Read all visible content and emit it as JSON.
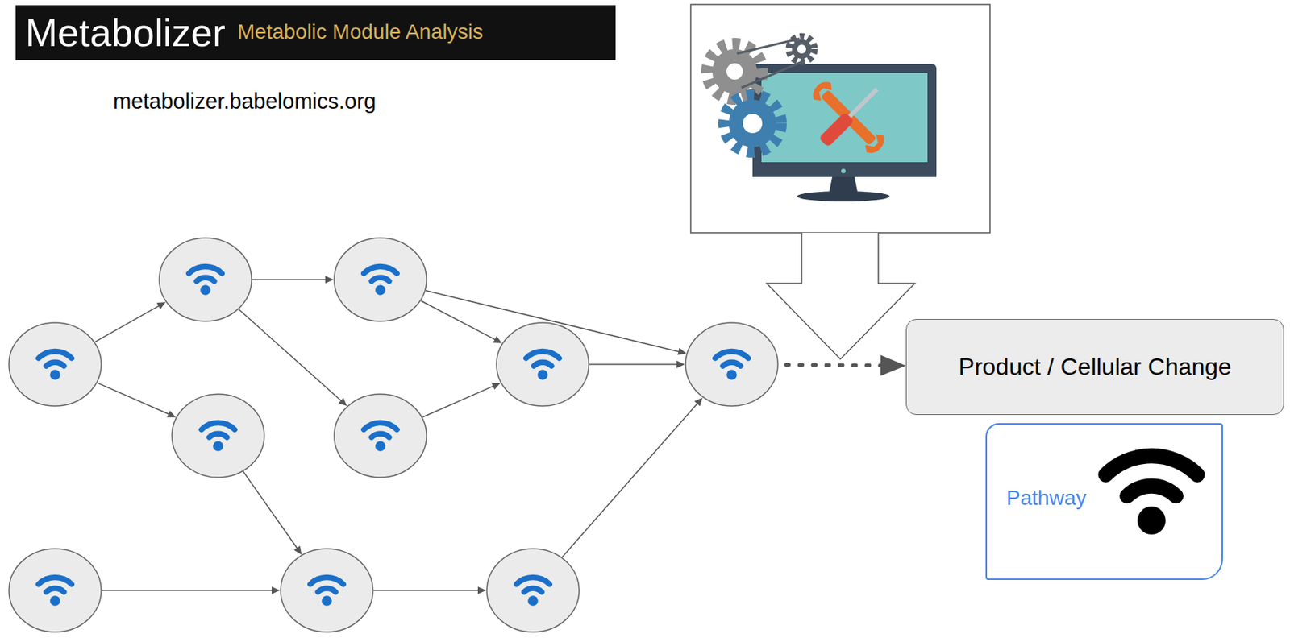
{
  "diagram": {
    "title": "Metabolizer",
    "nodes": [
      {
        "text": []
      },
      {
        "text": []
      },
      {
        "text": []
      },
      {
        "text": []
      },
      {
        "text": []
      },
      {
        "text": []
      },
      {
        "text": []
      },
      {
        "text": []
      },
      {
        "text": []
      },
      {
        "text": []
      },
      {
        "text": [
          "Product / Cellular Change"
        ]
      },
      {
        "text": [
          "Pathway"
        ]
      }
    ],
    "edges": [
      {
        "from": 0,
        "to": 1,
        "arrow": "to"
      },
      {
        "from": 0,
        "to": 3,
        "arrow": "to"
      },
      {
        "from": 1,
        "to": 2,
        "arrow": "to"
      },
      {
        "from": 1,
        "to": 4,
        "arrow": "to"
      },
      {
        "from": 2,
        "to": 5,
        "arrow": "to"
      },
      {
        "from": 2,
        "to": 6,
        "arrow": "to"
      },
      {
        "from": 4,
        "to": 5,
        "arrow": "to"
      },
      {
        "from": 5,
        "to": 6,
        "arrow": "to"
      },
      {
        "from": 3,
        "to": 8,
        "arrow": "to"
      },
      {
        "from": 7,
        "to": 8,
        "arrow": "to"
      },
      {
        "from": 8,
        "to": 9,
        "arrow": "to"
      },
      {
        "from": 9,
        "to": 6,
        "arrow": "to"
      },
      {
        "from": 6,
        "to": 10,
        "arrow": "to"
      }
    ],
    "labels": [
      "Metabolic Module Analysis",
      "metabolizer.babelomics.org"
    ]
  }
}
